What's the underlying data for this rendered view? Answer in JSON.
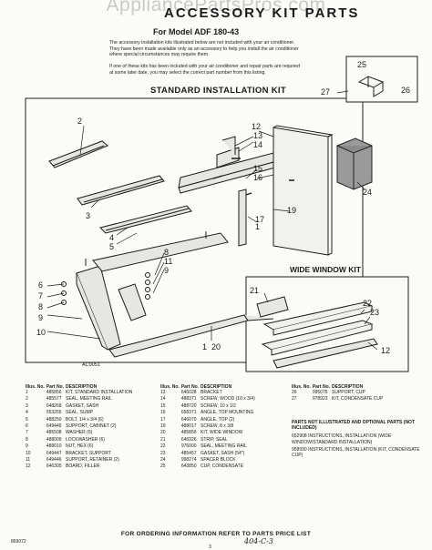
{
  "watermark": "AppliancePartsPros.com",
  "title": "ACCESSORY KIT PARTS",
  "subtitle": "For Model ADF 180-43",
  "notes": {
    "para1": "The accessory installation kits illustrated below are not included with your air conditioner. They have been made available only as an accessory to help you install the air conditioner where special circumstances may require them.",
    "para2": "If one of these kits has been included with your air conditioner and repair parts are required at some later date, you may select the correct part number from this listing."
  },
  "headings": {
    "standard": "STANDARD INSTALLATION KIT",
    "wide": "WIDE WINDOW KIT"
  },
  "drawing_code": "AC9051",
  "callouts": [
    "1",
    "2",
    "3",
    "4",
    "5",
    "6",
    "7",
    "8",
    "9",
    "10",
    "11",
    "12",
    "13",
    "14",
    "15",
    "16",
    "17",
    "19",
    "20",
    "21",
    "22",
    "23",
    "24",
    "25",
    "26",
    "27"
  ],
  "table": {
    "headers": {
      "ilus": "Illus. No.",
      "part": "Part No.",
      "desc": "DESCRIPTION"
    },
    "col1": [
      {
        "no": "1",
        "part": "485856",
        "desc": "KIT, STANDARD INSTALLATION"
      },
      {
        "no": "2",
        "part": "485577",
        "desc": "SEAL, MEETING RAIL"
      },
      {
        "no": "3",
        "part": "648268",
        "desc": "GASKET, SASH"
      },
      {
        "no": "4",
        "part": "553265",
        "desc": "SEAL, SUMP"
      },
      {
        "no": "5",
        "part": "488250",
        "desc": "BOLT, 1/4 x 3/4 (6)"
      },
      {
        "no": "6",
        "part": "649445",
        "desc": "SUPPORT, CABINET (2)"
      },
      {
        "no": "7",
        "part": "485508",
        "desc": "WASHER (6)"
      },
      {
        "no": "8",
        "part": "488009",
        "desc": "LOCKWASHER (6)"
      },
      {
        "no": "9",
        "part": "488010",
        "desc": "NUT, HEX (6)"
      },
      {
        "no": "10",
        "part": "649447",
        "desc": "BRACKET, SUPPORT"
      },
      {
        "no": "11",
        "part": "649446",
        "desc": "SUPPORT, RETAINER (2)"
      },
      {
        "no": "12",
        "part": "646305",
        "desc": "BOARD, FILLER"
      }
    ],
    "col2": [
      {
        "no": "13",
        "part": "646028",
        "desc": "BRACKET"
      },
      {
        "no": "14",
        "part": "488371",
        "desc": "SCREW, WOOD (10 x 3/4)"
      },
      {
        "no": "15",
        "part": "488720",
        "desc": "SCREW, 10 x 1/2"
      },
      {
        "no": "16",
        "part": "658371",
        "desc": "ANGLE, TOP MOUNTING"
      },
      {
        "no": "17",
        "part": "646070",
        "desc": "ANGLE, TOP (2)"
      },
      {
        "no": "19",
        "part": "488017",
        "desc": "SCREW, 8 x 3/8"
      },
      {
        "no": "20",
        "part": "485856",
        "desc": "KIT, WIDE WINDOW"
      },
      {
        "no": "21",
        "part": "646326",
        "desc": "STRIP, SEAL"
      },
      {
        "no": "22",
        "part": "976000",
        "desc": "SEAL, MEETING RAIL"
      },
      {
        "no": "23",
        "part": "485457",
        "desc": "GASKET, SASH (54\")"
      },
      {
        "no": "24",
        "part": "998274",
        "desc": "SPACER BLOCK"
      },
      {
        "no": "25",
        "part": "643850",
        "desc": "CUP, CONDENSATE"
      }
    ],
    "col3": [
      {
        "no": "26",
        "part": "995075",
        "desc": "SUPPORT, CUP"
      },
      {
        "no": "27",
        "part": "978923",
        "desc": "KIT, CONDENSATE CUP"
      }
    ],
    "col3_notes": [
      {
        "no": "",
        "part": "",
        "desc": "PARTS NOT ILLUSTRATED AND OPTIONAL PARTS (NOT INCLUDED)"
      },
      {
        "no": "",
        "part": "652908",
        "desc": "INSTRUCTIONS, INSTALLATION (WIDE WINDOW/STANDARD INSTALLATION)"
      },
      {
        "no": "",
        "part": "958930",
        "desc": "INSTRUCTIONS, INSTALLATION (KIT, CONDENSATE CUP)"
      }
    ]
  },
  "footer": "FOR ORDERING INFORMATION REFER TO PARTS PRICE LIST",
  "doc_number": "869072",
  "page_number": "3",
  "handwritten_note": "404-C-3"
}
